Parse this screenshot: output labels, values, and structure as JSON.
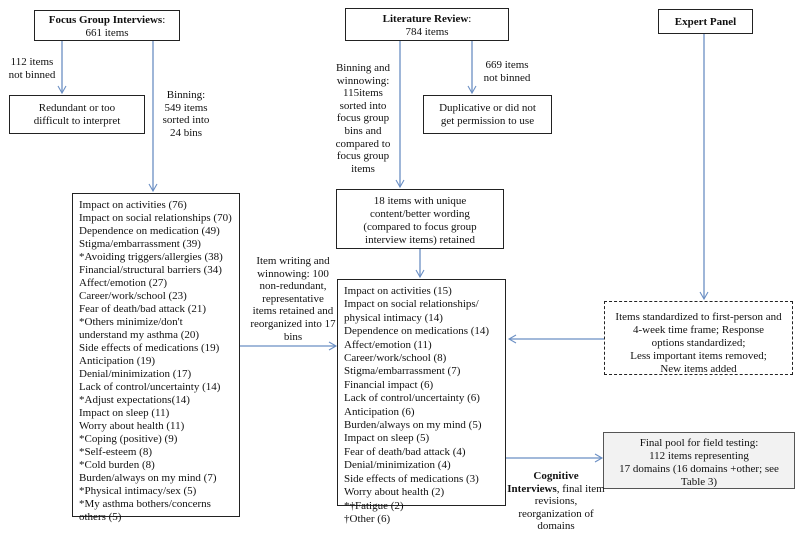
{
  "sources": {
    "focus_group": {
      "title": "Focus Group Interviews",
      "count": "661 items"
    },
    "literature": {
      "title": "Literature Review",
      "count": "784 items"
    },
    "expert": {
      "title": "Expert Panel"
    }
  },
  "labels": {
    "fg_not_binned": "112 items not binned",
    "fg_binning": "Binning: 549 items sorted into 24 bins",
    "lit_binning": "Binning and winnowing: 115items sorted into focus group bins and compared to focus group items",
    "lit_not_binned": "669 items not binned",
    "item_writing": "Item writing and winnowing: 100 non-redundant, representative items retained and reorganized into 17 bins",
    "cognitive_bold": "Cognitive Interviews",
    "cognitive_rest": ", final item revisions, reorganization of domains"
  },
  "boxes": {
    "redundant": "Redundant or too difficult to interpret",
    "duplicative": "Duplicative or did not get permission to use",
    "unique": "18 items with unique content/better wording (compared to focus group interview items) retained",
    "expert_changes": [
      "Items standardized to first-person and",
      "4-week time frame; Response",
      "options standardized;",
      "Less important items removed;",
      "New items added"
    ],
    "final_pool": [
      "Final pool for field testing:",
      "112 items representing",
      "17 domains (16 domains +other; see",
      "Table 3)"
    ]
  },
  "bins24": [
    "Impact on activities (76)",
    "Impact on social relationships (70)",
    "Dependence on medication (49)",
    "Stigma/embarrassment (39)",
    "*Avoiding triggers/allergies (38)",
    "Financial/structural barriers (34)",
    "Affect/emotion (27)",
    "Career/work/school (23)",
    "Fear of death/bad attack (21)",
    "*Others minimize/don't",
    "understand my asthma (20)",
    "Side effects of medications (19)",
    "Anticipation (19)",
    "Denial/minimization (17)",
    "Lack of control/uncertainty (14)",
    "*Adjust expectations(14)",
    "Impact on sleep (11)",
    "Worry about health  (11)",
    "*Coping (positive) (9)",
    "*Self-esteem (8)",
    "*Cold burden (8)",
    "Burden/always on my mind (7)",
    "*Physical intimacy/sex (5)",
    "*My asthma bothers/concerns",
    "others (5)"
  ],
  "bins17": [
    "Impact on activities (15)",
    "Impact on social relationships/",
    "physical intimacy (14)",
    "Dependence on medications (14)",
    "Affect/emotion (11)",
    "Career/work/school (8)",
    "Stigma/embarrassment (7)",
    "Financial impact (6)",
    "Lack of control/uncertainty (6)",
    "Anticipation (6)",
    "Burden/always on my mind (5)",
    "Impact on sleep (5)",
    "Fear of death/bad attack (4)",
    "Denial/minimization (4)",
    "Side effects of medications (3)",
    "Worry about health  (2)",
    "*†Fatigue (2)",
    "†Other (6)"
  ],
  "colors": {
    "arrow": "#6b8fc4",
    "final_fill": "#f2f2f2"
  }
}
